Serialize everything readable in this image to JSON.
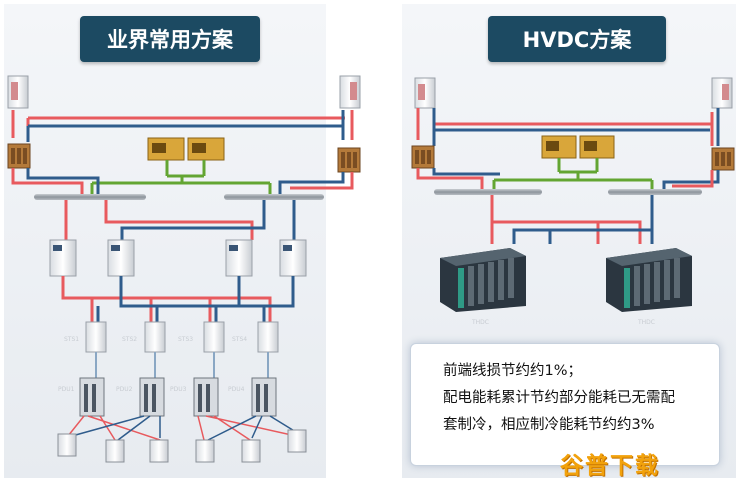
{
  "titles": {
    "left": "业界常用方案",
    "right": "HVDC方案"
  },
  "labels": {
    "sts": [
      "STS1",
      "STS2",
      "STS3",
      "STS4"
    ],
    "pdu": [
      "PDU1",
      "PDU2",
      "PDU3",
      "PDU4"
    ],
    "hvdc": [
      "THDC",
      "THDC"
    ]
  },
  "notes": [
    "前端线损节约约1%；",
    "配电能耗累计节约部分能耗已无需配",
    "套制冷，相应制冷能耗节约约3%"
  ],
  "watermark": "谷普下载",
  "colors": {
    "red": "#e85a5e",
    "blue": "#2f5c8c",
    "green": "#63a532",
    "title_bg": "#1c4a62"
  }
}
